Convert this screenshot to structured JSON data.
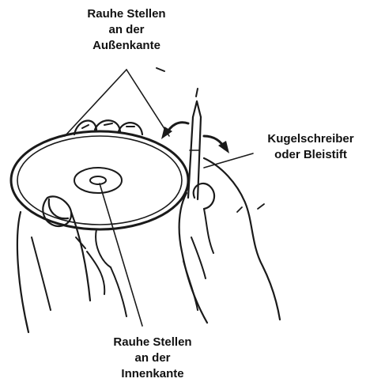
{
  "labels": {
    "outer_edge": {
      "line1": "Rauhe Stellen",
      "line2": "an der",
      "line3": "Außenkante"
    },
    "pen": {
      "line1": "Kugelschreiber",
      "line2": "oder Bleistift"
    },
    "inner_edge": {
      "line1": "Rauhe Stellen",
      "line2": "an der",
      "line3": "Innenkante"
    }
  },
  "colors": {
    "ink": "#1a1a1a",
    "background": "#ffffff"
  }
}
